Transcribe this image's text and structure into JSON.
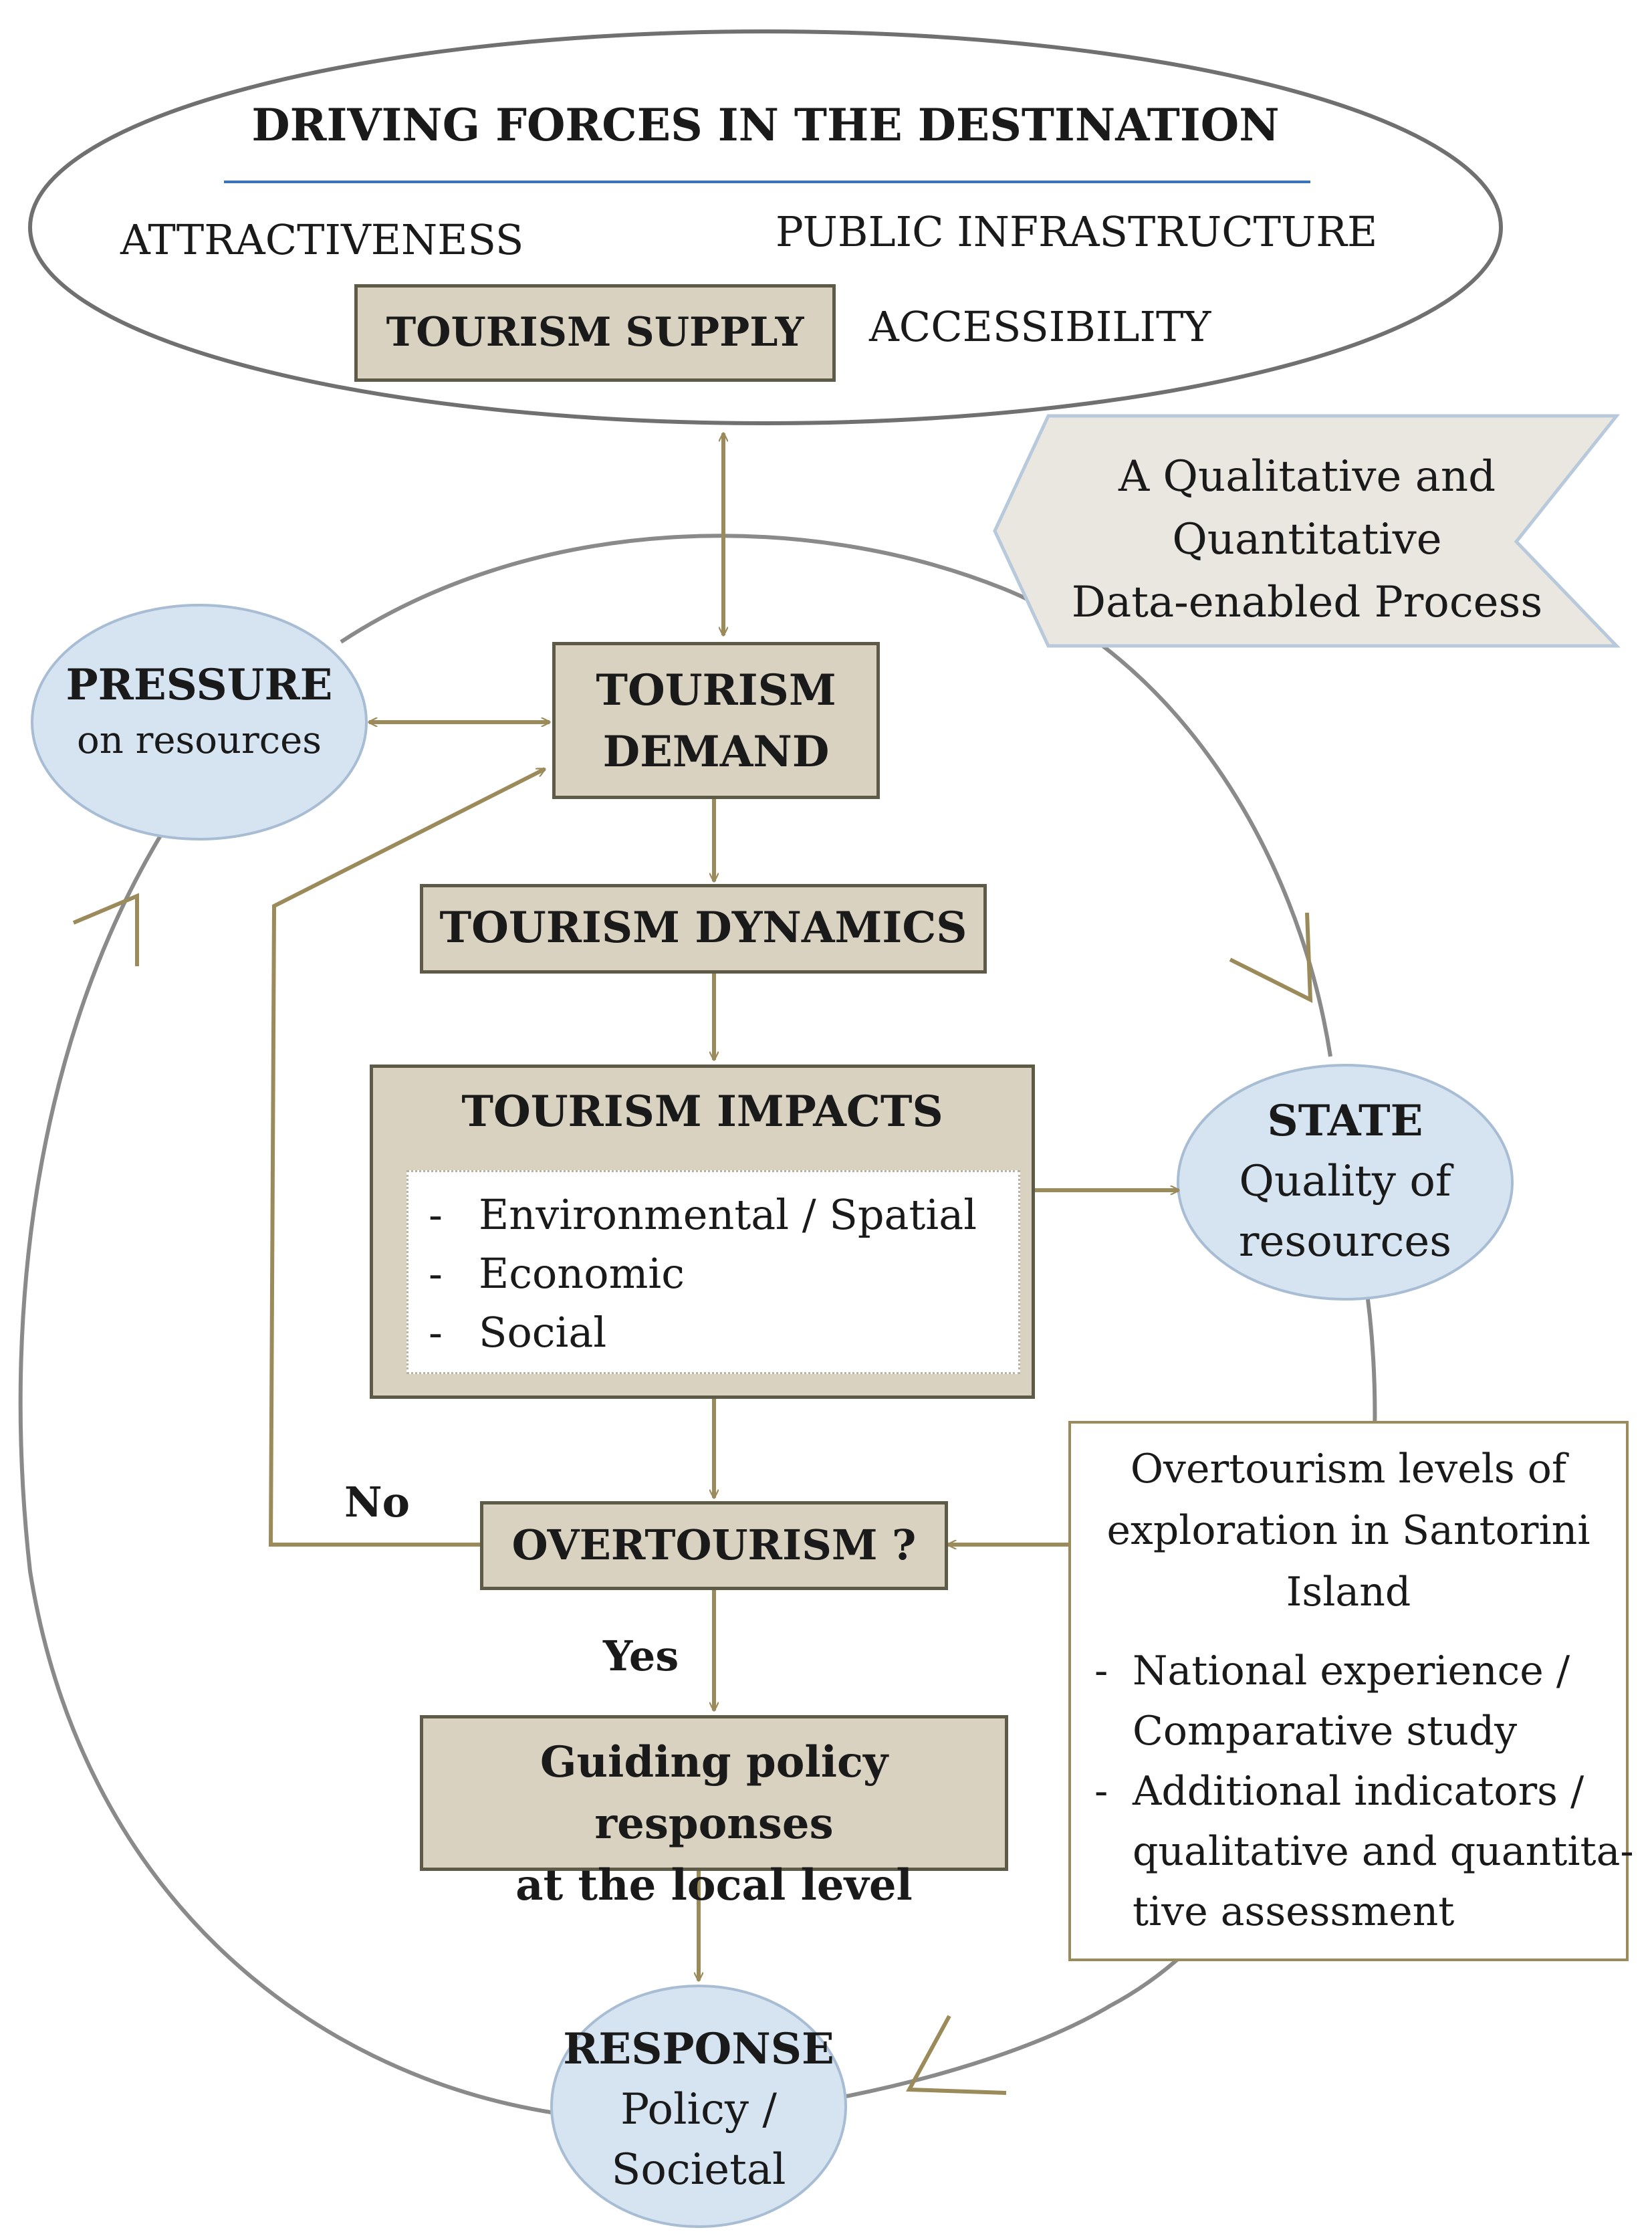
{
  "driving_forces": {
    "title": "DRIVING FORCES IN THE DESTINATION",
    "attractiveness": "ATTRACTIVENESS",
    "public_infrastructure": "PUBLIC INFRASTRUCTURE",
    "tourism_supply": "TOURISM SUPPLY",
    "accessibility": "ACCESSIBILITY"
  },
  "callout": {
    "line1": "A Qualitative and",
    "line2": "Quantitative",
    "line3": "Data-enabled Process"
  },
  "pressure": {
    "title": "PRESSURE",
    "subtitle": "on resources"
  },
  "tourism_demand": {
    "line1": "TOURISM",
    "line2": "DEMAND"
  },
  "tourism_dynamics": "TOURISM DYNAMICS",
  "tourism_impacts": {
    "title": "TOURISM IMPACTS",
    "items": [
      "Environmental / Spatial",
      "Economic",
      "Social"
    ]
  },
  "state": {
    "title": "STATE",
    "line1": "Quality of",
    "line2": "resources"
  },
  "overtourism": "OVERTOURISM ?",
  "no_label": "No",
  "yes_label": "Yes",
  "guiding_policy": {
    "line1": "Guiding policy responses",
    "line2": "at the local level"
  },
  "response": {
    "title": "RESPONSE",
    "line1": "Policy /",
    "line2": "Societal"
  },
  "santorini_box": {
    "line1": "Overtourism levels of",
    "line2": "exploration in Santorini",
    "line3": "Island",
    "bullet1_line1": "National experience /",
    "bullet1_line2": "Comparative study",
    "bullet2_line1": "Additional indicators /",
    "bullet2_line2": "qualitative and quantita-",
    "bullet2_line3": "tive assessment"
  },
  "colors": {
    "box_fill": "#d9d2c0",
    "box_border": "#5e5a48",
    "arrow": "#9c8b5a",
    "circle_fill": "#d6e4f2",
    "callout_fill": "#e9e7e0",
    "ellipse_stroke": "#707070"
  }
}
